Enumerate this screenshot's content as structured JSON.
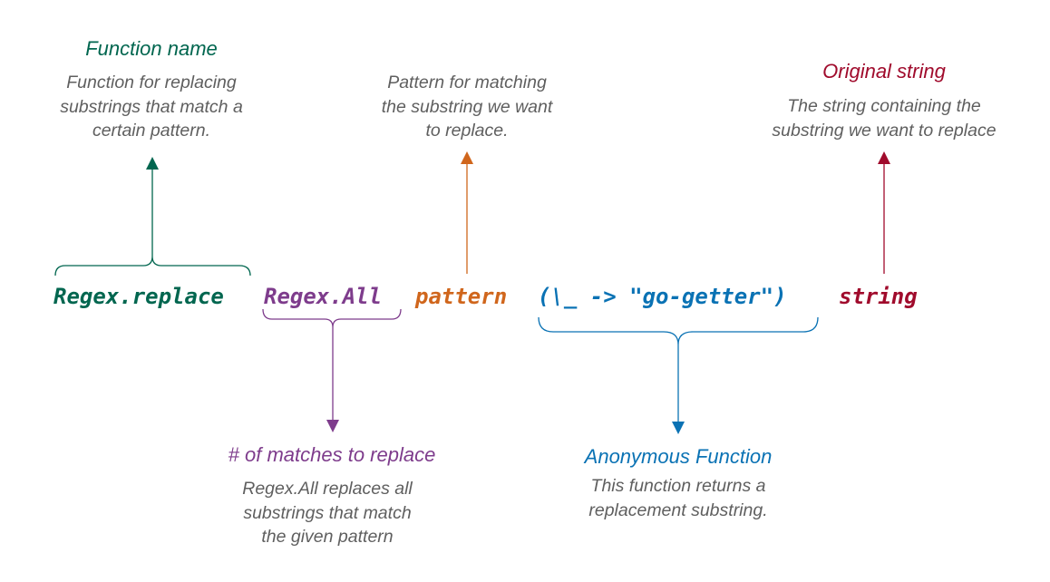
{
  "colors": {
    "function_name": "#00664f",
    "regex_all": "#7e3c8c",
    "pattern": "#d0661c",
    "anonymous_function": "#0a72b4",
    "original_string": "#a00b2c",
    "description_text": "#5f5f5f"
  },
  "code": {
    "function_name": "Regex.replace",
    "match_count": "Regex.All",
    "pattern": "pattern",
    "anonymous_function": "(\\_ -> \"go-getter\")",
    "string": "string"
  },
  "annotations": {
    "function_name": {
      "title": "Function name",
      "description": [
        "Function for replacing",
        "substrings that match a",
        "certain pattern."
      ]
    },
    "pattern": {
      "description": [
        "Pattern for matching",
        "the substring we want",
        "to replace."
      ]
    },
    "original_string": {
      "title": "Original string",
      "description": [
        "The string containing the",
        "substring we want to replace"
      ]
    },
    "match_count": {
      "title": "# of matches to replace",
      "description": [
        "Regex.All replaces all",
        "substrings that match",
        "the given pattern"
      ]
    },
    "anonymous_function": {
      "title": "Anonymous Function",
      "description": [
        "This function returns a",
        "replacement substring."
      ]
    }
  }
}
